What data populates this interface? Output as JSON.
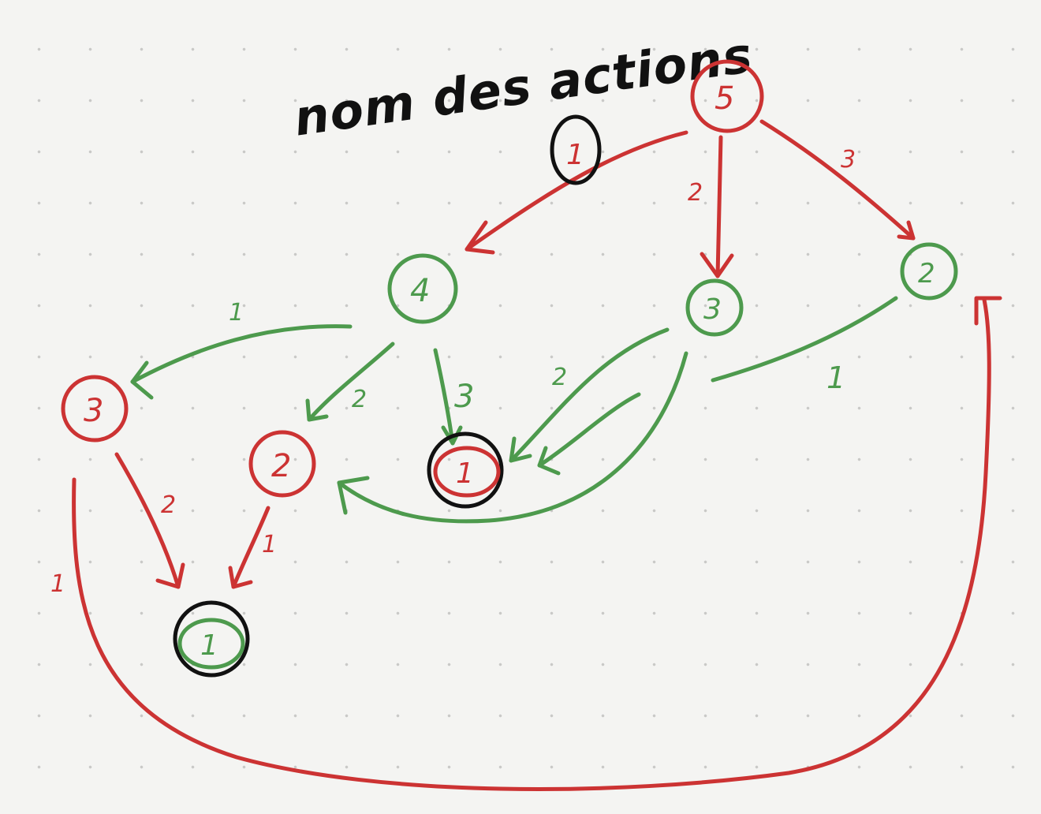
{
  "title": "nom des actions",
  "colors": {
    "red": "#cc3333",
    "green": "#4d9a4d",
    "black": "#111111"
  },
  "nodes": [
    {
      "id": "n5",
      "label": "5",
      "color": "red"
    },
    {
      "id": "n4",
      "label": "4",
      "color": "green"
    },
    {
      "id": "n3g",
      "label": "3",
      "color": "green"
    },
    {
      "id": "n2g",
      "label": "2",
      "color": "green"
    },
    {
      "id": "n3r",
      "label": "3",
      "color": "red"
    },
    {
      "id": "n2r",
      "label": "2",
      "color": "red"
    },
    {
      "id": "n1r",
      "label": "1",
      "color": "red",
      "terminal": true
    },
    {
      "id": "n1g",
      "label": "1",
      "color": "green",
      "terminal": true
    }
  ],
  "legend_node": {
    "label": "1",
    "color": "black"
  },
  "edges": [
    {
      "id": "e-5-4",
      "label": "1",
      "color": "red"
    },
    {
      "id": "e-5-3g",
      "label": "2",
      "color": "red"
    },
    {
      "id": "e-5-2g",
      "label": "3",
      "color": "red"
    },
    {
      "id": "e-4-3r",
      "label": "1",
      "color": "green"
    },
    {
      "id": "e-4-2r",
      "label": "2",
      "color": "green"
    },
    {
      "id": "e-4-1r",
      "label": "3",
      "color": "green"
    },
    {
      "id": "e-3g-1r",
      "label": "2",
      "color": "green"
    },
    {
      "id": "e-2g-1r",
      "label": "1",
      "color": "green"
    },
    {
      "id": "e-3g-2r",
      "label": "",
      "color": "green"
    },
    {
      "id": "e-3r-1g",
      "label": "2",
      "color": "red"
    },
    {
      "id": "e-2r-1g",
      "label": "1",
      "color": "red"
    },
    {
      "id": "e-3r-2g",
      "label": "1",
      "color": "red"
    }
  ]
}
